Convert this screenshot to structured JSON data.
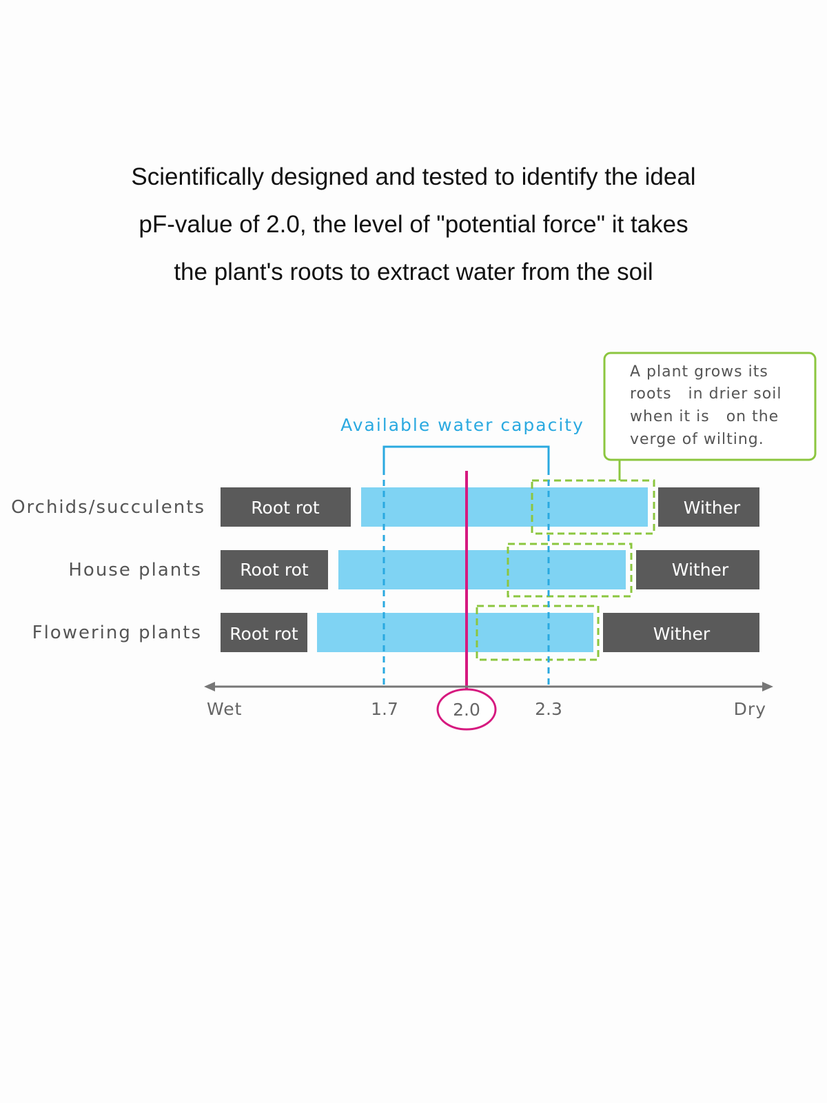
{
  "headline": [
    "Scientifically designed and tested to identify the ideal",
    "pF-value of 2.0, the level of \"potential force\" it takes",
    "the plant's roots to extract water from the soil"
  ],
  "capacity_label": "Available water capacity",
  "callout": [
    "A plant grows its",
    "roots   in drier soil",
    "when it is   on the",
    "verge of wilting."
  ],
  "axis": {
    "wet": "Wet",
    "dry": "Dry",
    "ticks": [
      {
        "value": 1.7,
        "label": "1.7"
      },
      {
        "value": 2.0,
        "label": "2.0",
        "highlight": true
      },
      {
        "value": 2.3,
        "label": "2.3"
      }
    ]
  },
  "rows": [
    {
      "name": "Orchids/succulents",
      "left_label": "Root rot",
      "right_label": "Wither"
    },
    {
      "name": "House plants",
      "left_label": "Root rot",
      "right_label": "Wither"
    },
    {
      "name": "Flowering plants",
      "left_label": "Root rot",
      "right_label": "Wither"
    }
  ],
  "colors": {
    "blue_bar": "#7fd3f3",
    "blue_line": "#2aa9e0",
    "gray_block": "#5a5a5a",
    "magenta": "#d6197f",
    "green": "#8cc63f"
  }
}
